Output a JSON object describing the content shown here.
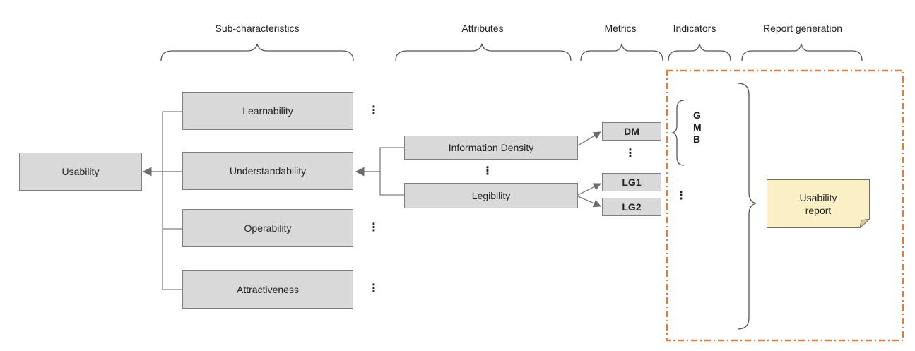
{
  "headers": {
    "sub_characteristics": "Sub-characteristics",
    "attributes": "Attributes",
    "metrics": "Metrics",
    "indicators": "Indicators",
    "report_generation": "Report generation"
  },
  "root": {
    "label": "Usability"
  },
  "sub_characteristics": [
    {
      "label": "Learnability"
    },
    {
      "label": "Understandability"
    },
    {
      "label": "Operability"
    },
    {
      "label": "Attractiveness"
    }
  ],
  "attributes": [
    {
      "label": "Information Density"
    },
    {
      "label": "Legibility"
    }
  ],
  "metrics": [
    {
      "label": "DM"
    },
    {
      "label": "LG1"
    },
    {
      "label": "LG2"
    }
  ],
  "indicators": [
    "G",
    "M",
    "B"
  ],
  "ellipsis": "⋮",
  "report": {
    "line1": "Usability",
    "line2": "report"
  },
  "colors": {
    "box_fill": "#d9d9d9",
    "box_border": "#7f7f7f",
    "report_fill": "#fbefc6",
    "highlight_dash": "#e07b39",
    "connector": "#808080"
  }
}
